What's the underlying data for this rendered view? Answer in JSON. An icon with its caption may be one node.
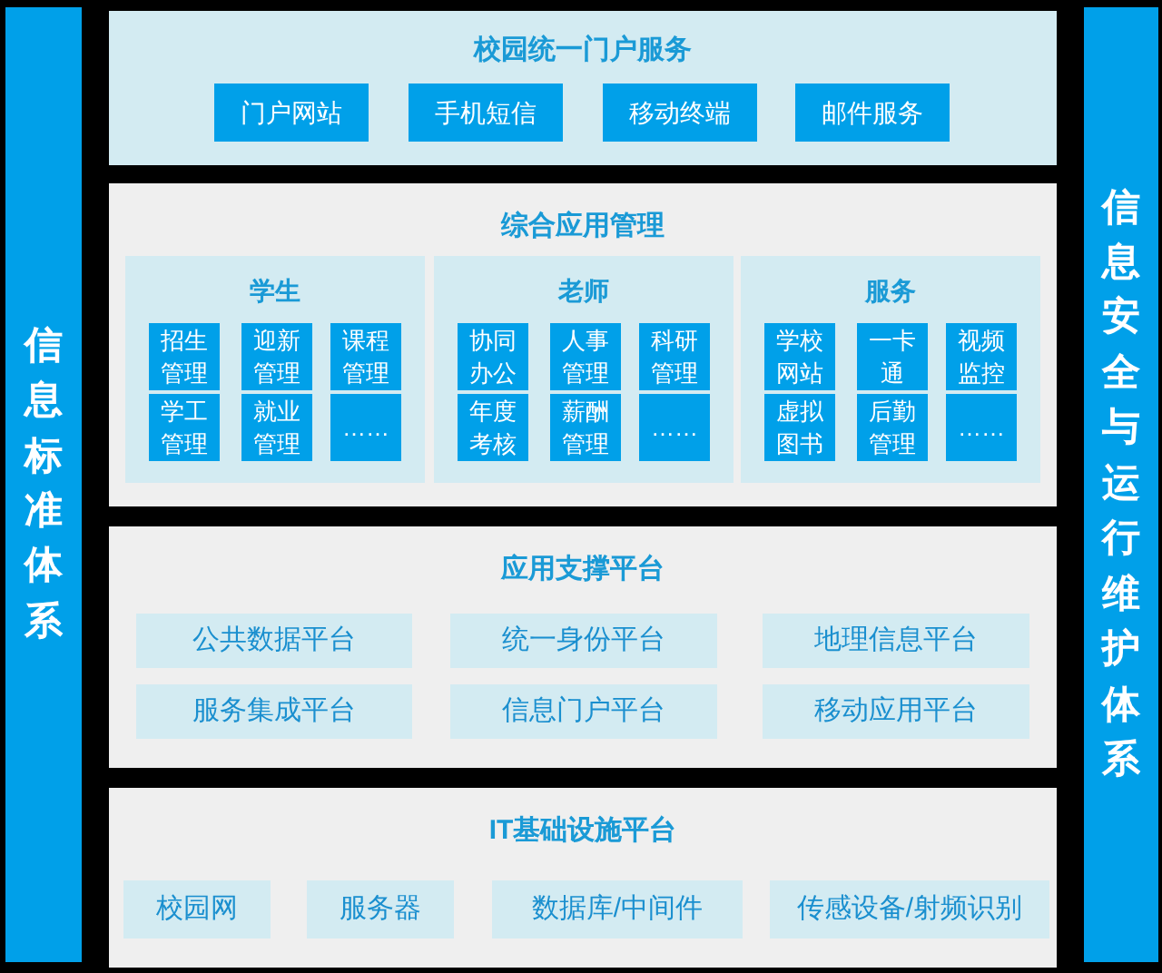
{
  "diagram": {
    "nodes": [
      {
        "text": [
          "信息标准体系"
        ]
      },
      {
        "text": [
          "信息安全与运行维护体系"
        ]
      },
      {
        "text": [
          "校园统一门户服务"
        ]
      },
      {
        "text": [
          "门户网站"
        ],
        "in": 2
      },
      {
        "text": [
          "手机短信"
        ],
        "in": 2
      },
      {
        "text": [
          "移动终端"
        ],
        "in": 2
      },
      {
        "text": [
          "邮件服务"
        ],
        "in": 2
      },
      {
        "text": [
          "综合应用管理"
        ]
      },
      {
        "text": [
          "学生"
        ],
        "in": 7
      },
      {
        "text": [
          "招生管理"
        ],
        "in": 8
      },
      {
        "text": [
          "迎新管理"
        ],
        "in": 8
      },
      {
        "text": [
          "课程管理"
        ],
        "in": 8
      },
      {
        "text": [
          "学工管理"
        ],
        "in": 8
      },
      {
        "text": [
          "就业管理"
        ],
        "in": 8
      },
      {
        "text": [
          "……"
        ],
        "in": 8
      },
      {
        "text": [
          "老师"
        ],
        "in": 7
      },
      {
        "text": [
          "协同办公"
        ],
        "in": 15
      },
      {
        "text": [
          "人事管理"
        ],
        "in": 15
      },
      {
        "text": [
          "科研管理"
        ],
        "in": 15
      },
      {
        "text": [
          "年度考核"
        ],
        "in": 15
      },
      {
        "text": [
          "薪酬管理"
        ],
        "in": 15
      },
      {
        "text": [
          "……"
        ],
        "in": 15
      },
      {
        "text": [
          "服务"
        ],
        "in": 7
      },
      {
        "text": [
          "学校网站"
        ],
        "in": 22
      },
      {
        "text": [
          "一卡通"
        ],
        "in": 22
      },
      {
        "text": [
          "视频监控"
        ],
        "in": 22
      },
      {
        "text": [
          "虚拟图书"
        ],
        "in": 22
      },
      {
        "text": [
          "后勤管理"
        ],
        "in": 22
      },
      {
        "text": [
          "……"
        ],
        "in": 22
      },
      {
        "text": [
          "应用支撑平台"
        ]
      },
      {
        "text": [
          "公共数据平台"
        ],
        "in": 29
      },
      {
        "text": [
          "统一身份平台"
        ],
        "in": 29
      },
      {
        "text": [
          "地理信息平台"
        ],
        "in": 29
      },
      {
        "text": [
          "服务集成平台"
        ],
        "in": 29
      },
      {
        "text": [
          "信息门户平台"
        ],
        "in": 29
      },
      {
        "text": [
          "移动应用平台"
        ],
        "in": 29
      },
      {
        "text": [
          "IT基础设施平台"
        ]
      },
      {
        "text": [
          "校园网"
        ],
        "in": 36
      },
      {
        "text": [
          "服务器"
        ],
        "in": 36
      },
      {
        "text": [
          "数据库/中间件"
        ],
        "in": 36
      },
      {
        "text": [
          "传感设备/射频识别"
        ],
        "in": 36
      }
    ],
    "edges": []
  }
}
